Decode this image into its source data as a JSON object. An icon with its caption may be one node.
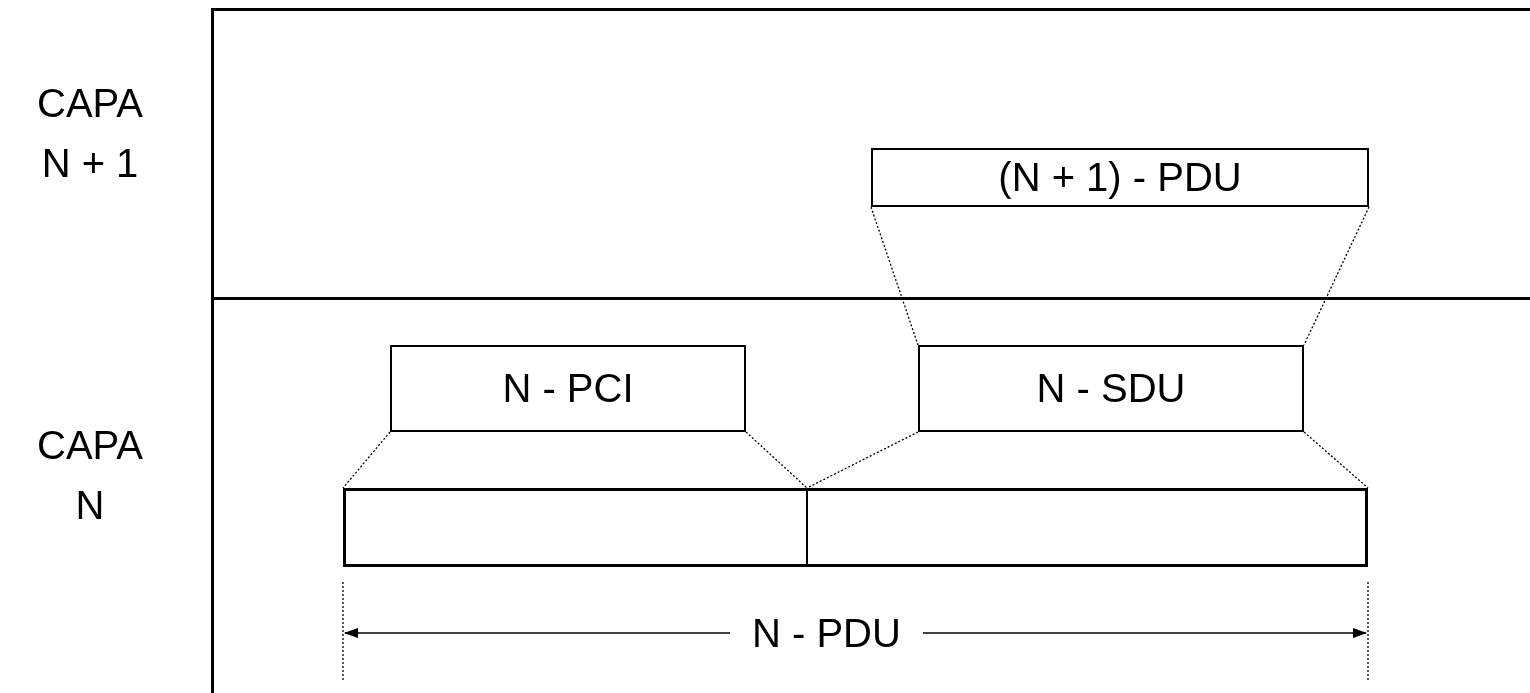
{
  "diagram": {
    "nodes": [
      {
        "text": [
          "CAPA N + 1"
        ]
      },
      {
        "text": [
          "(N + 1) - PDU"
        ],
        "in": 0
      },
      {
        "text": [
          "CAPA N"
        ]
      },
      {
        "text": [
          "N - PCI"
        ],
        "in": 2
      },
      {
        "text": [
          "N - SDU"
        ],
        "in": 2
      },
      {
        "text": [],
        "shape": "bar",
        "in": 2
      },
      {
        "text": [],
        "shape": "box",
        "in": 5
      },
      {
        "text": [],
        "shape": "box",
        "in": 5
      }
    ],
    "edges": [
      {
        "from": 1,
        "to": 4,
        "arrow": "none",
        "style": "dashed"
      },
      {
        "from": 1,
        "to": 4,
        "arrow": "none",
        "style": "dashed"
      },
      {
        "from": 3,
        "to": 6,
        "arrow": "none",
        "style": "dashed"
      },
      {
        "from": 3,
        "to": 6,
        "arrow": "none",
        "style": "dashed"
      },
      {
        "from": 4,
        "to": 7,
        "arrow": "none",
        "style": "dashed"
      },
      {
        "from": 4,
        "to": 7,
        "arrow": "none",
        "style": "dashed"
      }
    ],
    "labels": [
      "N - PDU"
    ]
  }
}
